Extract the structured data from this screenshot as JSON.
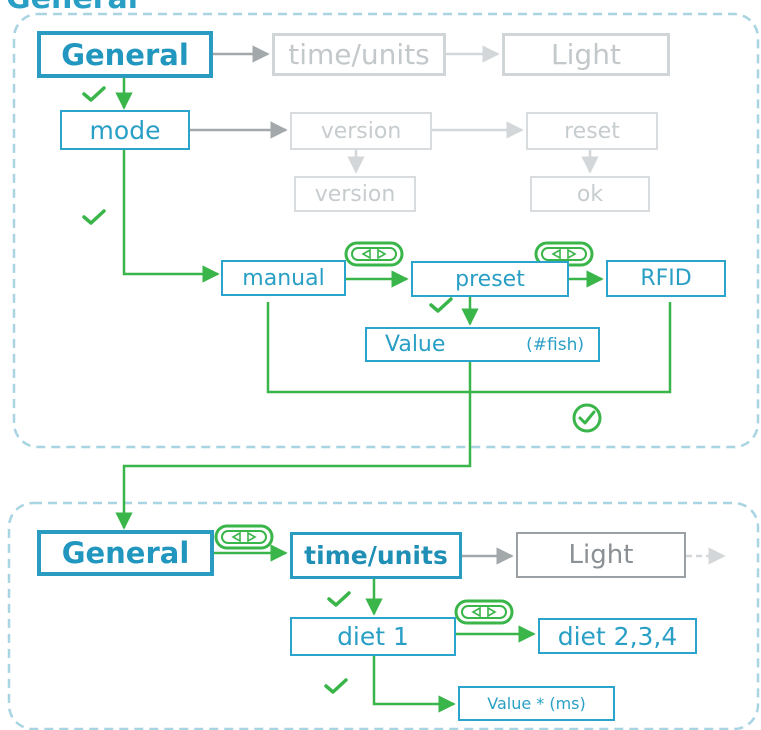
{
  "section_title": "General",
  "flow1": {
    "general": "General",
    "time_units": "time/units",
    "light": "Light",
    "mode": "mode",
    "version_top": "version",
    "version_bottom": "version",
    "reset": "reset",
    "ok": "ok",
    "manual": "manual",
    "preset": "preset",
    "rfid": "RFID",
    "value": "Value",
    "value_note": "(#fish)"
  },
  "flow2": {
    "general": "General",
    "time_units": "time/units",
    "light": "Light",
    "diet1": "diet 1",
    "diet234": "diet 2,3,4",
    "value_ms": "Value * (ms)"
  },
  "icons": [
    "check-mark-icon",
    "check-circle-icon",
    "left-right-toggle-icon",
    "arrow-icon"
  ],
  "colors": {
    "frame_dashed": "#a9d4e2",
    "active_blue": "#2a9fc6",
    "flow_green": "#3ab54a",
    "inactive_gray": "#c7cccf"
  }
}
